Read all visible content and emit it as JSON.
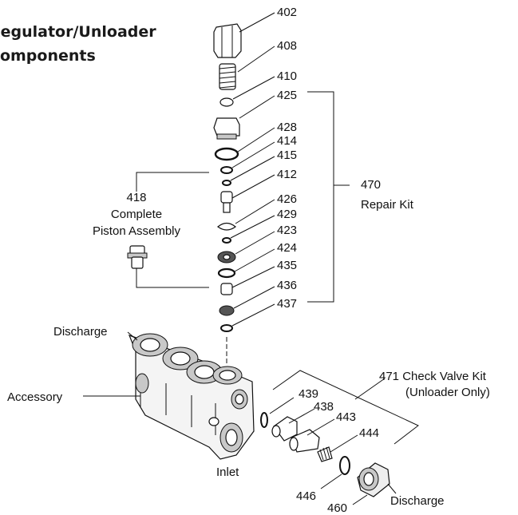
{
  "title": {
    "line1": "Regulator/Unloader",
    "line2": "Components"
  },
  "part_numbers": {
    "p402": "402",
    "p408": "408",
    "p410": "410",
    "p425": "425",
    "p428": "428",
    "p414": "414",
    "p415": "415",
    "p412": "412",
    "p426": "426",
    "p429": "429",
    "p423": "423",
    "p424": "424",
    "p435": "435",
    "p436": "436",
    "p437": "437",
    "p439": "439",
    "p438": "438",
    "p443": "443",
    "p444": "444",
    "p446": "446",
    "p460": "460"
  },
  "callouts": {
    "piston_num": "418",
    "piston_line1": "Complete",
    "piston_line2": "Piston Assembly",
    "repair_num": "470",
    "repair_text": "Repair Kit",
    "check_line1": "471 Check Valve Kit",
    "check_line2": "(Unloader Only)"
  },
  "labels": {
    "discharge_top": "Discharge",
    "accessory": "Accessory",
    "inlet": "Inlet",
    "discharge_bottom": "Discharge"
  }
}
